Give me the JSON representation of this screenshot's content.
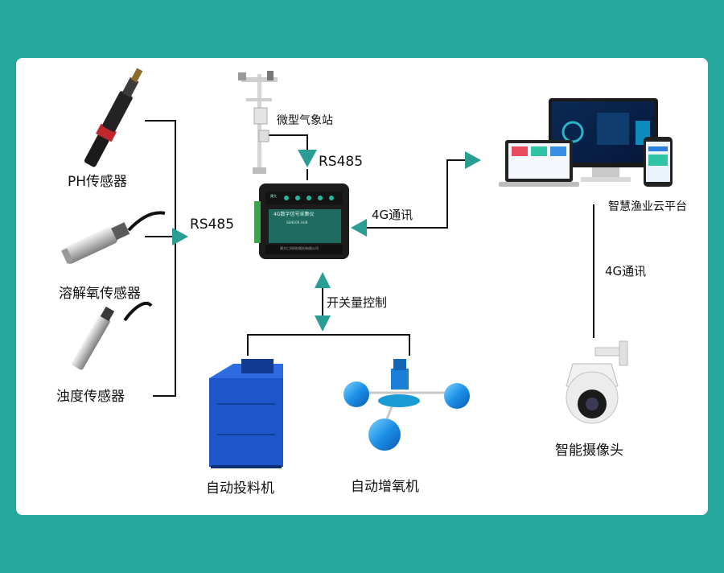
{
  "sensors": {
    "ph": "PH传感器",
    "do": "溶解氧传感器",
    "turbidity": "浊度传感器"
  },
  "weather_station": "微型气象站",
  "protocol_top": "RS485",
  "protocol_left": "RS485",
  "device": {
    "name": "4G数字信号采集仪",
    "sub": "SENSOR HUB",
    "brand": "建大",
    "footer": "建大仁科科技股份有限公司"
  },
  "link_cloud": "4G通讯",
  "cloud_platform": "智慧渔业云平台",
  "link_camera": "4G通讯",
  "camera": "智能摄像头",
  "control": "开关量控制",
  "feeder": "自动投料机",
  "aerator": "自动增氧机",
  "colors": {
    "background": "#26a89c",
    "arrow": "#2a9d94",
    "line": "#111111",
    "equipment_blue": "#1a5fd0"
  }
}
